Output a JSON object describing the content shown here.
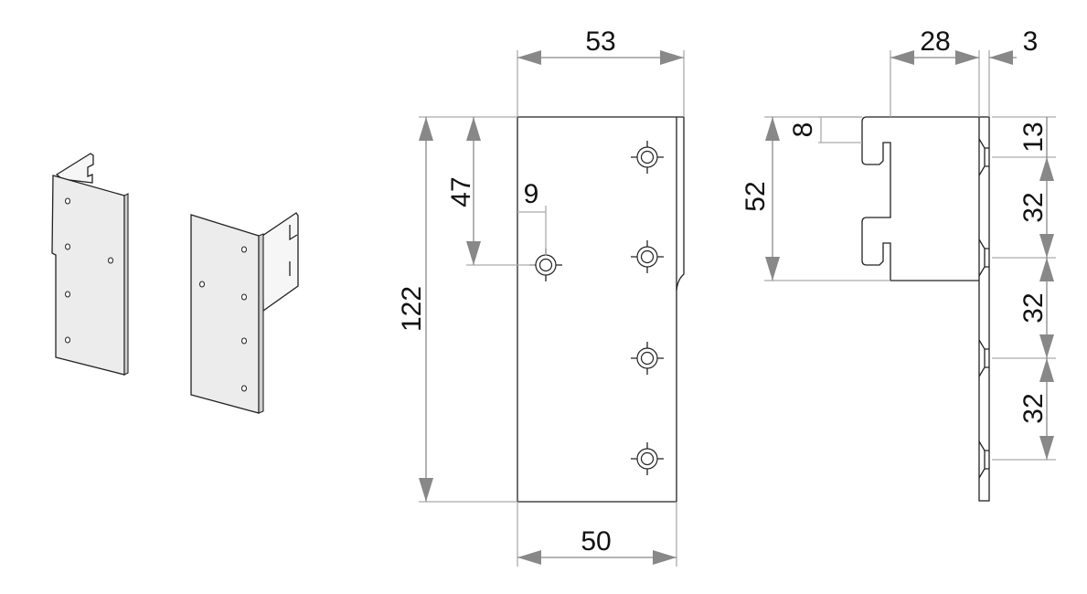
{
  "drawing": {
    "colors": {
      "dimension_arrow": "#888888",
      "outline": "#222222",
      "part_fill": "#ececec"
    },
    "front_view": {
      "width_top": "53",
      "width_bottom": "50",
      "height": "122",
      "hole_offset_vertical": "47",
      "hole_offset_horizontal": "9"
    },
    "side_view": {
      "hook_depth": "28",
      "thickness": "3",
      "slot_offset": "8",
      "hook_height": "52",
      "first_hole_offset": "13",
      "hole_spacing": [
        "32",
        "32",
        "32"
      ]
    }
  }
}
